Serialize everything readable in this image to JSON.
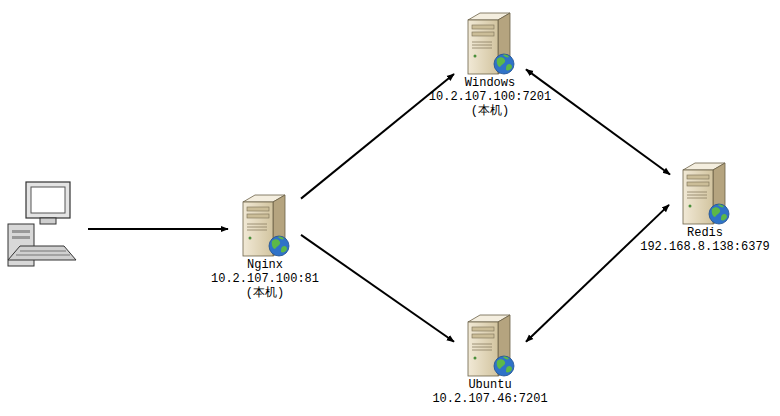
{
  "diagram": {
    "nodes": [
      {
        "text": [
          "Nginx",
          "10.2.107.100:81",
          "(本机)"
        ]
      },
      {
        "text": [
          "Windows",
          "10.2.107.100:7201",
          "(本机)"
        ]
      },
      {
        "text": [
          "Ubuntu",
          "10.2.107.46:7201"
        ]
      },
      {
        "text": [
          "Redis",
          "192.168.8.138:6379"
        ]
      }
    ],
    "edges": [
      {
        "from": 0,
        "to": 1,
        "arrow": "to"
      },
      {
        "from": 0,
        "to": 2,
        "arrow": "to"
      },
      {
        "from": 1,
        "to": 3,
        "arrow": "both"
      },
      {
        "from": 2,
        "to": 3,
        "arrow": "both"
      }
    ]
  }
}
